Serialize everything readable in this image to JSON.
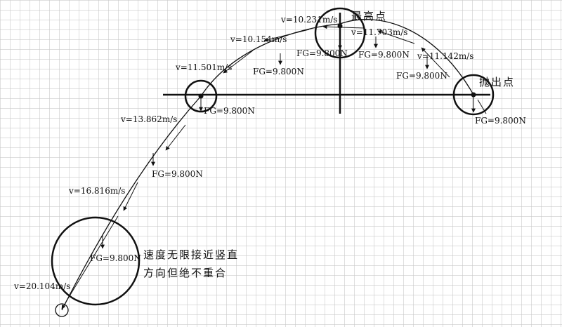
{
  "labels": {
    "highest_point": "最高点",
    "launch_point": "抛出点",
    "note_line1": "速度无限接近竖直",
    "note_line2": "方向但绝不重合"
  },
  "velocities": [
    "v=10.231m/s",
    "v=11.703m/s",
    "v=10.154m/s",
    "v=11.142m/s",
    "v=11.501m/s",
    "v=13.862m/s",
    "v=16.816m/s",
    "v=20.104m/s"
  ],
  "forces": [
    "FG=9.800N",
    "FG=9.800N",
    "FG=9.800N",
    "FG=9.800N",
    "FG=9.800N",
    "FG=9.800N",
    "FG=9.800N",
    "FG=9.800N"
  ],
  "colors": {
    "grid": "#c9c9c9",
    "line": "#111111",
    "background": "#ffffff"
  }
}
